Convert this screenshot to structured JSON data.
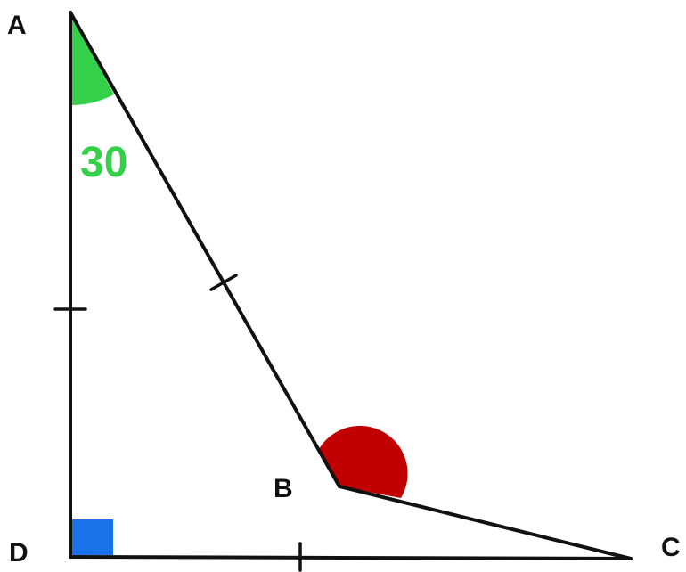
{
  "diagram": {
    "vertices": {
      "A": "A",
      "B": "B",
      "C": "C",
      "D": "D"
    },
    "angle_label": "30",
    "colors": {
      "line": "#111111",
      "angle_a": "#35d04a",
      "angle_b": "#c00000",
      "right_angle": "#1a73e8"
    }
  }
}
